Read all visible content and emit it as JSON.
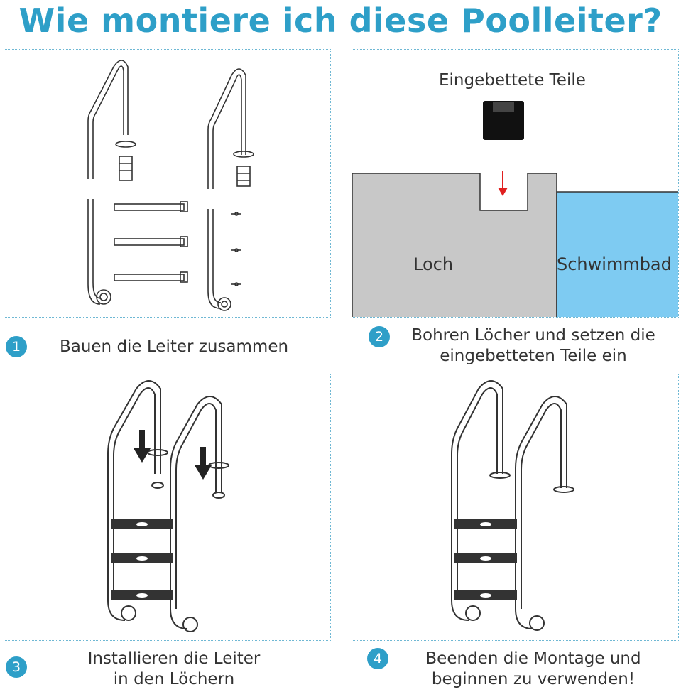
{
  "title": "Wie montiere ich diese Poolleiter?",
  "steps": [
    {
      "number": "1",
      "lines": [
        "Bauen die Leiter zusammen"
      ]
    },
    {
      "number": "2",
      "lines": [
        "Bohren Löcher und setzen die",
        "eingebetteten Teile ein"
      ]
    },
    {
      "number": "3",
      "lines": [
        "Installieren die Leiter",
        "in den Löchern"
      ]
    },
    {
      "number": "4",
      "lines": [
        "Beenden die Montage und",
        "beginnen zu verwenden!"
      ]
    }
  ],
  "diagram2": {
    "embedded_label": "Eingebettete Teile",
    "hole_label": "Loch",
    "pool_label": "Schwimmbad"
  },
  "colors": {
    "accent": "#2e9fc8",
    "ground": "#c8c8c8",
    "water": "#7ecbf2",
    "arrow": "#e02020",
    "line": "#333333"
  }
}
